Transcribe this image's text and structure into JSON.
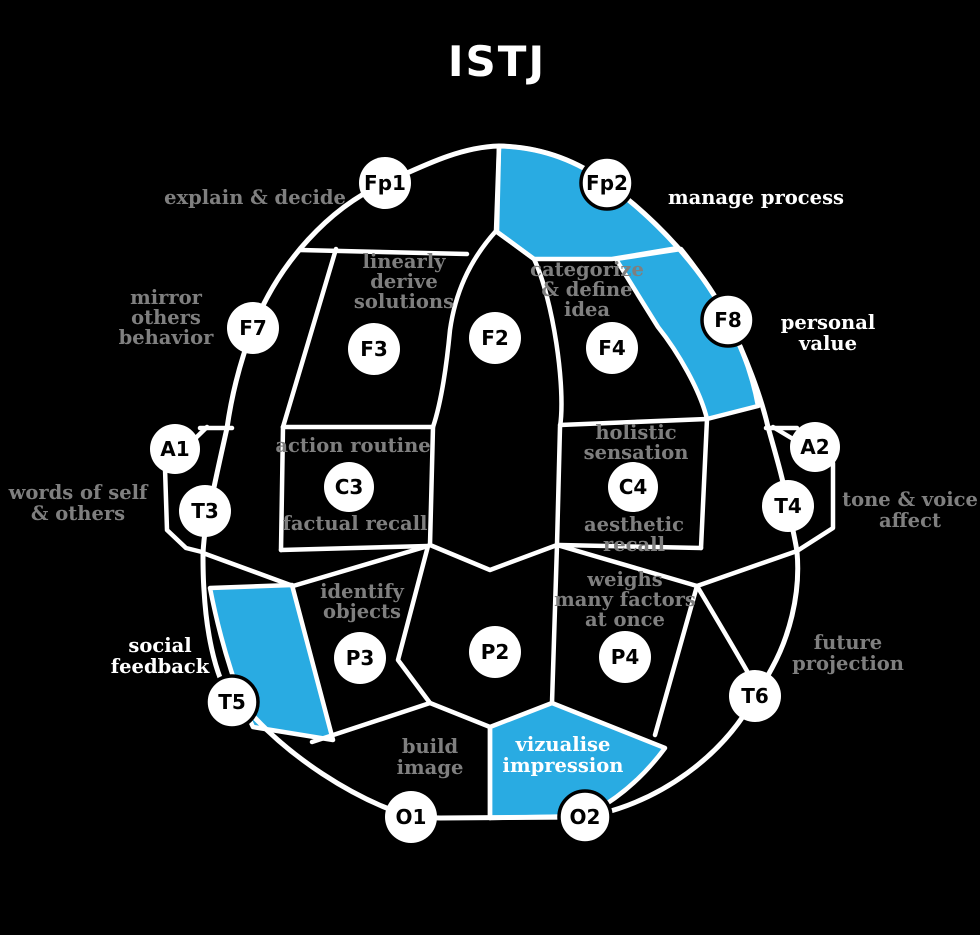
{
  "title": "ISTJ",
  "colors": {
    "background": "#000000",
    "highlight": "#29abe2",
    "outline": "#ffffff",
    "muted_label": "#7f7f7f",
    "bright_label": "#ffffff",
    "electrode_text": "#000000"
  },
  "electrodes": [
    {
      "id": "Fp1",
      "highlighted": false
    },
    {
      "id": "Fp2",
      "highlighted": true
    },
    {
      "id": "F7",
      "highlighted": false
    },
    {
      "id": "F3",
      "highlighted": false
    },
    {
      "id": "F2",
      "highlighted": false
    },
    {
      "id": "F4",
      "highlighted": false
    },
    {
      "id": "F8",
      "highlighted": true
    },
    {
      "id": "A1",
      "highlighted": false
    },
    {
      "id": "T3",
      "highlighted": false
    },
    {
      "id": "C3",
      "highlighted": false
    },
    {
      "id": "C4",
      "highlighted": false
    },
    {
      "id": "A2",
      "highlighted": false
    },
    {
      "id": "T4",
      "highlighted": false
    },
    {
      "id": "T5",
      "highlighted": true
    },
    {
      "id": "P3",
      "highlighted": false
    },
    {
      "id": "P2",
      "highlighted": false
    },
    {
      "id": "P4",
      "highlighted": false
    },
    {
      "id": "T6",
      "highlighted": false
    },
    {
      "id": "O1",
      "highlighted": false
    },
    {
      "id": "O2",
      "highlighted": true
    }
  ],
  "labels": [
    {
      "style": "muted",
      "lines": [
        "explain & decide"
      ]
    },
    {
      "style": "bright",
      "lines": [
        "manage process"
      ]
    },
    {
      "style": "muted",
      "lines": [
        "mirror",
        "others",
        "behavior"
      ]
    },
    {
      "style": "muted",
      "lines": [
        "linearly",
        "derive",
        "solutions"
      ]
    },
    {
      "style": "muted",
      "lines": [
        "categorize",
        "& define",
        "idea"
      ]
    },
    {
      "style": "bright",
      "lines": [
        "personal",
        "value"
      ]
    },
    {
      "style": "muted",
      "lines": [
        "action routine"
      ]
    },
    {
      "style": "muted",
      "lines": [
        "holistic",
        "sensation"
      ]
    },
    {
      "style": "muted",
      "lines": [
        "words of self",
        "& others"
      ]
    },
    {
      "style": "muted",
      "lines": [
        "factual recall"
      ]
    },
    {
      "style": "muted",
      "lines": [
        "aesthetic",
        "recall"
      ]
    },
    {
      "style": "muted",
      "lines": [
        "tone & voice",
        "affect"
      ]
    },
    {
      "style": "muted",
      "lines": [
        "identify",
        "objects"
      ]
    },
    {
      "style": "muted",
      "lines": [
        "weighs",
        "many factors",
        "at once"
      ]
    },
    {
      "style": "bright",
      "lines": [
        "social",
        "feedback"
      ]
    },
    {
      "style": "muted",
      "lines": [
        "future",
        "projection"
      ]
    },
    {
      "style": "muted",
      "lines": [
        "build",
        "image"
      ]
    },
    {
      "style": "bright",
      "lines": [
        "vizualise",
        "impression"
      ]
    }
  ]
}
